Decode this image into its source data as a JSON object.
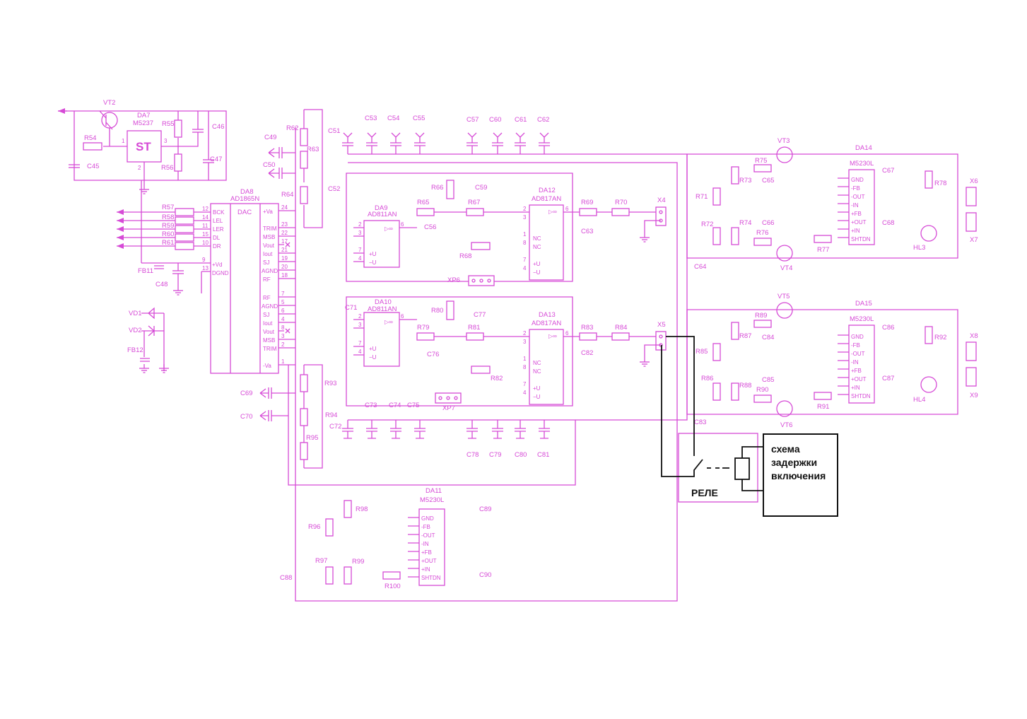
{
  "colors": {
    "circuit": "#d64ad6",
    "annotation": "#111111",
    "background": "#ffffff"
  },
  "regulator": {
    "transistor": "VT2",
    "chip": "DA7",
    "chip_model": "M5237",
    "chip_symbol": "ST",
    "resistors": [
      "R54",
      "R55",
      "R56"
    ],
    "caps": [
      "C45",
      "C46",
      "C47"
    ],
    "pins": [
      "1",
      "2",
      "3"
    ]
  },
  "dac": {
    "ref": "DA8",
    "model": "AD1865N",
    "title": "DAC",
    "left_pins": [
      {
        "num": "12",
        "label": "BCK",
        "res": "R57"
      },
      {
        "num": "14",
        "label": "LEL",
        "res": "R58"
      },
      {
        "num": "11",
        "label": "LER",
        "res": "R59"
      },
      {
        "num": "15",
        "label": "DL",
        "res": "R60"
      },
      {
        "num": "10",
        "label": "DR",
        "res": "R61"
      }
    ],
    "power_left": [
      {
        "num": "9",
        "label": "+Vd"
      },
      {
        "num": "13",
        "label": "DGND"
      }
    ],
    "right_pins": [
      {
        "num": "24",
        "label": "+Va"
      },
      {
        "num": "23",
        "label": "TRIM"
      },
      {
        "num": "22",
        "label": "MSB"
      },
      {
        "num": "17",
        "label": "Vout"
      },
      {
        "num": "21",
        "label": "Iout"
      },
      {
        "num": "19",
        "label": "SJ"
      },
      {
        "num": "20",
        "label": "AGND"
      },
      {
        "num": "18",
        "label": "RF"
      },
      {
        "num": "7",
        "label": "RF"
      },
      {
        "num": "5",
        "label": "AGND"
      },
      {
        "num": "6",
        "label": "SJ"
      },
      {
        "num": "4",
        "label": "Iout"
      },
      {
        "num": "8",
        "label": "Vout"
      },
      {
        "num": "3",
        "label": "MSB"
      },
      {
        "num": "2",
        "label": "TRIM"
      },
      {
        "num": "1",
        "label": "-Va"
      }
    ]
  },
  "misc": {
    "fb11": "FB11",
    "c48": "C48",
    "vd1": "VD1",
    "vd2": "VD2",
    "fb12": "FB12",
    "c49": "C49",
    "c50": "C50",
    "c69": "C69",
    "c70": "C70",
    "r62": "R62",
    "r63": "R63",
    "r64": "R64",
    "r93": "R93",
    "r94": "R94",
    "r95": "R95"
  },
  "top_caps": [
    "C51",
    "C53",
    "C54",
    "C55",
    "C57",
    "C60",
    "C61",
    "C62"
  ],
  "bottom_caps": [
    "C73",
    "C74",
    "C75",
    "C72",
    "C78",
    "C79",
    "C80",
    "C81"
  ],
  "ch1": {
    "op1": "DA9",
    "op1_model": "AD811AN",
    "op2": "DA12",
    "op2_model": "AD817AN",
    "c52": "C52",
    "r65": "R65",
    "r66": "R66",
    "r67": "R67",
    "c59": "C59",
    "c56": "C56",
    "r68": "R68",
    "xp": "XP6",
    "r69": "R69",
    "r70": "R70",
    "c63": "C63",
    "x": "X4"
  },
  "ch2": {
    "op1": "DA10",
    "op1_model": "AD811AN",
    "op2": "DA13",
    "op2_model": "AD817AN",
    "c71": "C71",
    "r79": "R79",
    "r80": "R80",
    "r81": "R81",
    "c77": "C77",
    "c76": "C76",
    "r82": "R82",
    "xp": "XP7",
    "r83": "R83",
    "r84": "R84",
    "c82": "C82",
    "x": "X5"
  },
  "opamp_pins": {
    "a": [
      "2",
      "3",
      "7",
      "4",
      "6"
    ],
    "b": [
      "2",
      "3",
      "1",
      "8",
      "7",
      "4",
      "6"
    ],
    "plus_u": "+U",
    "minus_u": "−U",
    "nc": "NC",
    "inf": "▷∞"
  },
  "m5230_pins": [
    "GND",
    "-FB",
    "-OUT",
    "-IN",
    "+FB",
    "+OUT",
    "+IN",
    "SHTDN"
  ],
  "psu1": {
    "chip": "DA14",
    "model": "M5230L",
    "vt_top": "VT3",
    "vt_bot": "VT4",
    "r": [
      "R71",
      "R72",
      "R73",
      "R74",
      "R75",
      "R76",
      "R77",
      "R78"
    ],
    "c": [
      "C64",
      "C65",
      "C66",
      "C67",
      "C68"
    ],
    "led": "HL3",
    "x_top": "X6",
    "x_bot": "X7"
  },
  "psu2": {
    "chip": "DA15",
    "model": "M5230L",
    "vt_top": "VT5",
    "vt_bot": "VT6",
    "r": [
      "R85",
      "R86",
      "R87",
      "R88",
      "R89",
      "R90",
      "R91",
      "R92"
    ],
    "c": [
      "C83",
      "C84",
      "C85",
      "C86",
      "C87"
    ],
    "led": "HL4",
    "x_top": "X8",
    "x_bot": "X9"
  },
  "psu3": {
    "chip": "DA11",
    "model": "M5230L",
    "r": [
      "R96",
      "R97",
      "R98",
      "R99",
      "R100"
    ],
    "c": [
      "C88",
      "C89",
      "C90"
    ]
  },
  "relay": {
    "label": "РЕЛЕ",
    "delay_line1": "схема",
    "delay_line2": "задержки",
    "delay_line3": "включения"
  }
}
